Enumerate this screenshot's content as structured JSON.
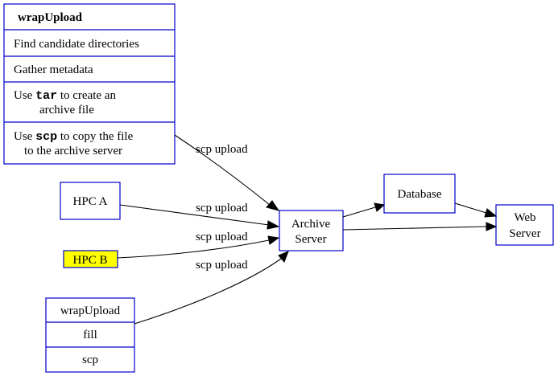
{
  "colors": {
    "node_border": "#0000cc",
    "highlight_fill": "#ffff00",
    "edge": "#000000"
  },
  "process_box": {
    "title": "wrapUpload",
    "steps": [
      {
        "text": "Find candidate directories"
      },
      {
        "text": "Gather metadata"
      },
      {
        "pre": "Use ",
        "code": "tar",
        "post": " to create an",
        "line2": "archive file"
      },
      {
        "pre": "Use ",
        "code": "scp",
        "post": " to copy the file",
        "line2": "to the archive server"
      }
    ]
  },
  "nodes": {
    "hpc_a": "HPC A",
    "hpc_b": "HPC B",
    "wrap_record": [
      "wrapUpload",
      "fill",
      "scp"
    ],
    "archive_server": [
      "Archive",
      "Server"
    ],
    "database": "Database",
    "web_server": [
      "Web",
      "Server"
    ]
  },
  "edge_labels": {
    "process_to_archive": "scp upload",
    "hpca_to_archive": "scp upload",
    "hpcb_to_archive": "scp upload",
    "wrap_to_archive": "scp upload"
  }
}
